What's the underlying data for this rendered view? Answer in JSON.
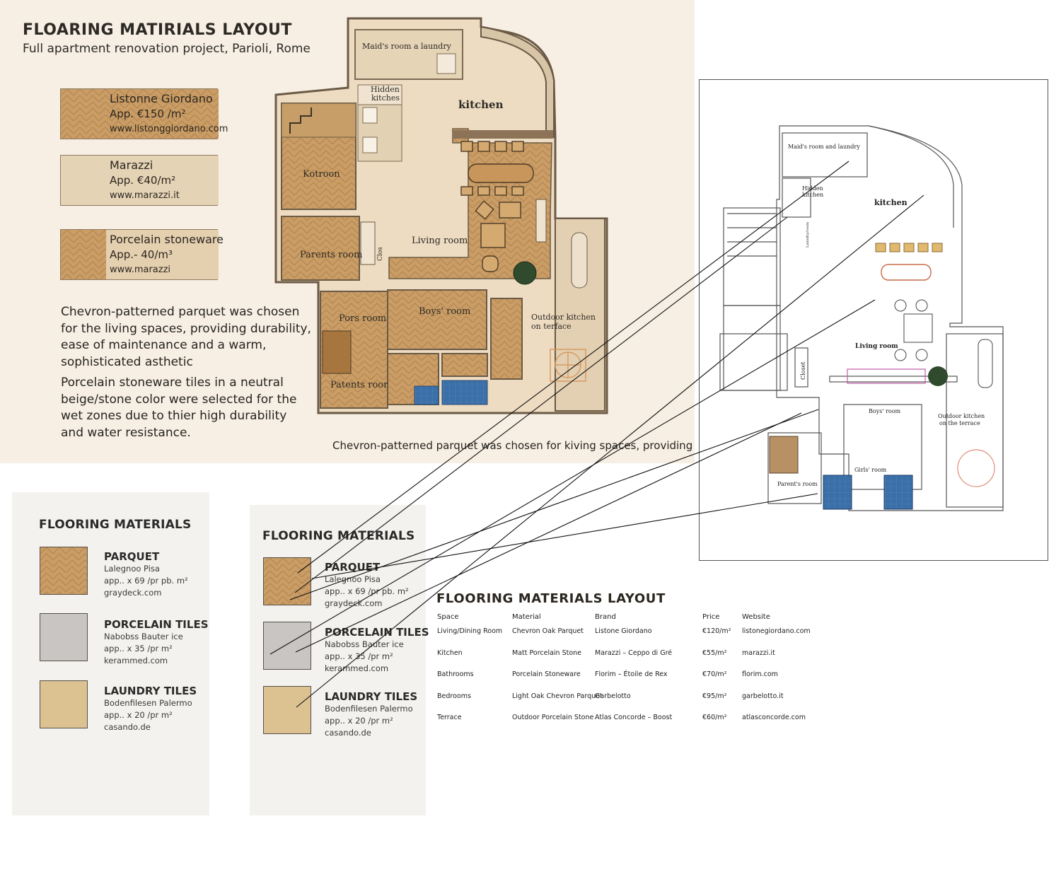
{
  "board": {
    "title": "FLOARING MATIRIALS LAYOUT",
    "subtitle": "Full apartment renovation project, Parioli, Rome",
    "swatches": [
      {
        "name": "Listonne Giordano",
        "price": "App. €150 /m²",
        "url": "www.listonggiordano.com"
      },
      {
        "name": "Marazzi",
        "price": "App. €40/m²",
        "url": "www.marazzi.it"
      },
      {
        "name": "Porcelain stoneware",
        "price": "App.- 40/m³",
        "url": "www.marazzi"
      }
    ],
    "paragraph1": "Chevron-patterned parquet was chosen for the living spaces, providing durability, ease of maintenance and a warm, sophisticated asthetic",
    "paragraph2": "Porcelain stoneware tiles in a neutral beige/stone color were selected for the wet zones due to thier high durability and water resistance.",
    "caption": "Chevron-patterned parquet was chosen for kiving spaces, providing"
  },
  "color_plan": {
    "rooms": {
      "maids": "Maid's room a laundry",
      "hidden": [
        "Hidden",
        "kitches"
      ],
      "kitchen": "kitchen",
      "kotroon": "Kotroon",
      "parents": "Parents room",
      "closet": "Clos",
      "living": "Living room",
      "pors": "Pors room",
      "boys": "Boys' room",
      "patents": "Patents roor",
      "outdoor": [
        "Outdoor kitchen",
        "on terface"
      ]
    }
  },
  "card_a": {
    "heading": "FLOORING MATERIALS",
    "items": [
      {
        "name": "PARQUET",
        "l1": "Lalegnoo Pisa",
        "l2": "app.. x 69 /pr pb. m²",
        "l3": "graydeck.com"
      },
      {
        "name": "PORCELAIN TILES",
        "l1": "Nabobss Bauter ice",
        "l2": "app.. x 35 /pr m²",
        "l3": "kerammed.com"
      },
      {
        "name": "LAUNDRY TILES",
        "l1": "Bodenfilesen Palermo",
        "l2": "app.. x 20 /pr m²",
        "l3": "casando.de"
      }
    ]
  },
  "card_b": {
    "heading": "FLOORING MATERIALS",
    "items": [
      {
        "name": "PARQUET",
        "l1": "Lalegnoo Pisa",
        "l2": "app.. x 69 /pr pb. m²",
        "l3": "graydeck.com"
      },
      {
        "name": "PORCELAIN TILES",
        "l1": "Nabobss Bauter ice",
        "l2": "app.. x 35 /pr m²",
        "l3": "kerammed.com"
      },
      {
        "name": "LAUNDRY TILES",
        "l1": "Bodenfilesen Palermo",
        "l2": "app.. x 20 /pr m²",
        "l3": "casando.de"
      }
    ]
  },
  "line_plan": {
    "rooms": {
      "maids": "Maid's room and laundry",
      "hidden": [
        "Hidden",
        "kitchen"
      ],
      "kitchen": "kitchen",
      "living": "Living room",
      "closet": "Closet",
      "boys": "Boys' room",
      "outdoor": [
        "Outdoor kitchen",
        "on the terrace"
      ],
      "girls": "Girls' room",
      "parents": "Parent's room",
      "laundry_small": "Laundry/room"
    }
  },
  "table": {
    "title": "FLOORING MATERIALS LAYOUT",
    "headers": [
      "Space",
      "Material",
      "Brand",
      "Price",
      "Website"
    ],
    "rows": [
      [
        "Living/Dining Room",
        "Chevron Oak Parquet",
        "Listone Giordano",
        "€120/m²",
        "listonegiordano.com"
      ],
      [
        "Kitchen",
        "Matt Porcelain Stone",
        "Marazzi – Ceppo di Gré",
        "€55/m²",
        "marazzi.it"
      ],
      [
        "Bathrooms",
        "Porcelain Stoneware",
        "Florim – Étoile de Rex",
        "€70/m²",
        "florim.com"
      ],
      [
        "Bedrooms",
        "Light Oak Chevron Parquet",
        "Garbelotto",
        "€95/m²",
        "garbelotto.it"
      ],
      [
        "Terrace",
        "Outdoor Porcelain Stone",
        "Atlas Concorde – Boost",
        "€60/m²",
        "atlasconcorde.com"
      ]
    ]
  },
  "colors": {
    "parquet": "#caa06a",
    "stone": "#e8d6bb",
    "porcelain": "#c9c5c3",
    "laundry": "#dcc191",
    "blue_tile": "#3a6ea8",
    "board_bg": "#f7efe4"
  }
}
